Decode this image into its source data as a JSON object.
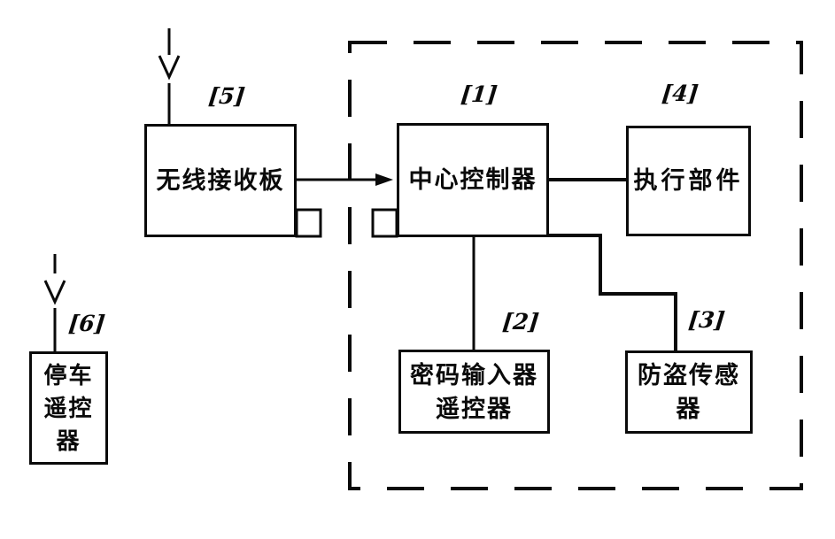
{
  "figure": {
    "kind": "patent-block-diagram",
    "background_color": "#ffffff",
    "line_color": "#0a0a0a"
  },
  "blocks": {
    "b1": {
      "ref": "[1]",
      "lines": [
        "中心控制器"
      ]
    },
    "b2": {
      "ref": "[2]",
      "lines": [
        "密码输入器",
        "遥控器"
      ]
    },
    "b3": {
      "ref": "[3]",
      "lines": [
        "防盗传感",
        "器"
      ]
    },
    "b4": {
      "ref": "[4]",
      "lines": [
        "执行部件"
      ]
    },
    "b5": {
      "ref": "[5]",
      "lines": [
        "无线接收板"
      ]
    },
    "b6": {
      "ref": "[6]",
      "lines": [
        "停车",
        "遥控",
        "器"
      ]
    }
  }
}
